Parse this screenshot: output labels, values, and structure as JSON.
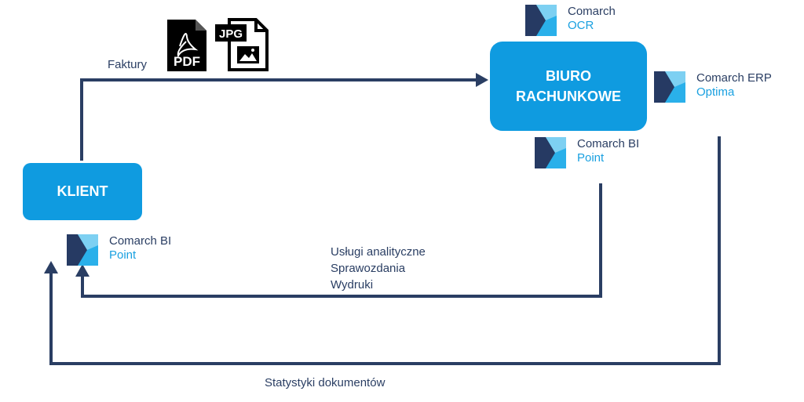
{
  "nodes": {
    "klient": "KLIENT",
    "biuro_line1": "BIURO",
    "biuro_line2": "RACHUNKOWE"
  },
  "brands": {
    "ocr": {
      "name": "Comarch",
      "product": "OCR"
    },
    "erp": {
      "name": "Comarch ERP",
      "product": "Optima"
    },
    "bi_biuro": {
      "name": "Comarch BI",
      "product": "Point"
    },
    "bi_klient": {
      "name": "Comarch BI",
      "product": "Point"
    }
  },
  "file_icons": {
    "pdf": "PDF",
    "jpg": "JPG"
  },
  "labels": {
    "faktury": "Faktury",
    "uslugi": "Usługi analityczne",
    "sprawozdania": "Sprawozdania",
    "wydruki": "Wydruki",
    "statystyki": "Statystyki dokumentów"
  },
  "icons": [
    "comarch-logo-icon",
    "pdf-file-icon",
    "jpg-file-icon",
    "arrow-icon"
  ],
  "colors": {
    "box": "#0f9be0",
    "line": "#2a3e63",
    "product": "#19a0e0"
  }
}
